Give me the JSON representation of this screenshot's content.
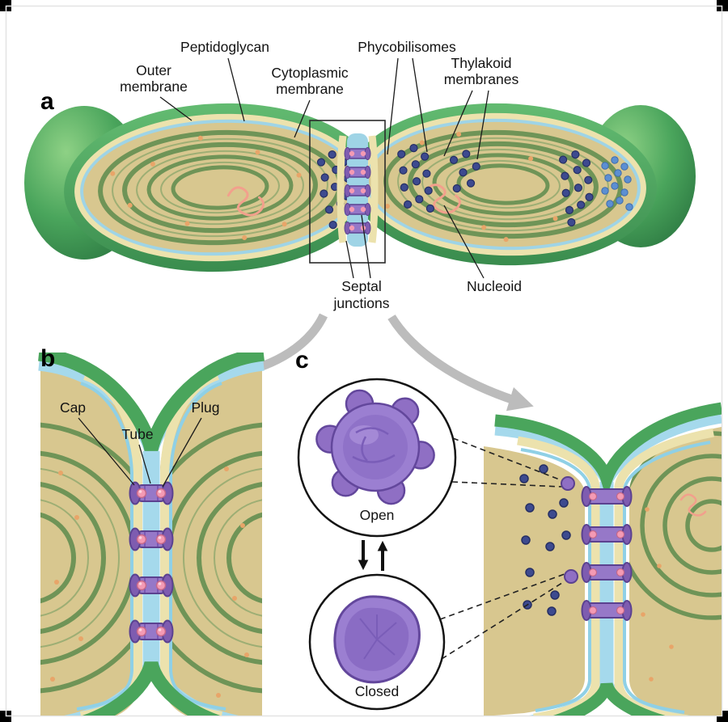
{
  "figure": {
    "panel_a": {
      "letter": "a",
      "labels": {
        "peptidoglycan": "Peptidoglycan",
        "outer_membrane_line1": "Outer",
        "outer_membrane_line2": "membrane",
        "cytoplasmic_membrane_line1": "Cytoplasmic",
        "cytoplasmic_membrane_line2": "membrane",
        "phycobilisomes": "Phycobilisomes",
        "thylakoid_membranes_line1": "Thylakoid",
        "thylakoid_membranes_line2": "membranes",
        "septal_junctions_line1": "Septal",
        "septal_junctions_line2": "junctions",
        "nucleoid": "Nucleoid"
      }
    },
    "panel_b": {
      "letter": "b",
      "labels": {
        "cap": "Cap",
        "tube": "Tube",
        "plug": "Plug"
      }
    },
    "panel_c": {
      "letter": "c",
      "labels": {
        "open": "Open",
        "closed": "Closed"
      }
    },
    "palette": {
      "outer_membrane_green": "#4aa55c",
      "peptidoglycan_cream": "#ece2ad",
      "cytoplasmic_membrane_blue": "#8fd0e6",
      "cytoplasm_tan": "#d8c78f",
      "thylakoid_green": "#6f9457",
      "phycobilisome_purple": "#3d4a8f",
      "carboxysome_blue": "#5c8fd2",
      "septal_junction_purple": "#9678c8",
      "cap_purple": "#7e5cb0",
      "plug_pink": "#f49ab4",
      "nucleoid_salmon": "#f2a08c",
      "septum_blue": "#a5d9ec",
      "zoom_arrow_gray": "#bcbcbc"
    }
  }
}
